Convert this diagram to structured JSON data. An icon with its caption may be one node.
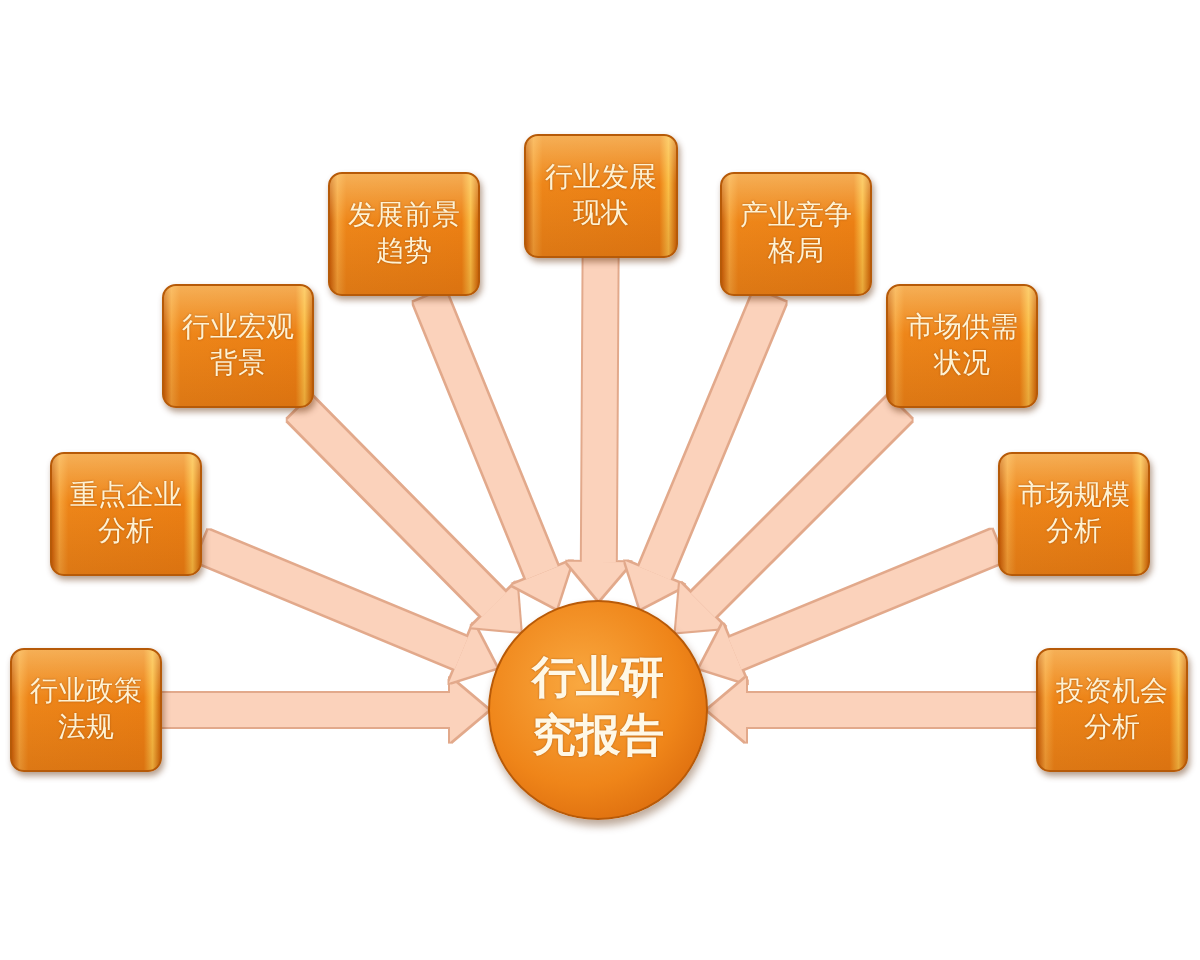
{
  "diagram": {
    "nodes": [
      {
        "text": [
          "行业政策法规"
        ]
      },
      {
        "text": [
          "重点企业分析"
        ]
      },
      {
        "text": [
          "行业宏观背景"
        ]
      },
      {
        "text": [
          "发展前景趋势"
        ]
      },
      {
        "text": [
          "行业发展现状"
        ]
      },
      {
        "text": [
          "产业竞争格局"
        ]
      },
      {
        "text": [
          "市场供需状况"
        ]
      },
      {
        "text": [
          "市场规模分析"
        ]
      },
      {
        "text": [
          "投资机会分析"
        ]
      },
      {
        "text": [
          "行业研究报告"
        ]
      }
    ],
    "edges": [
      {
        "from": 0,
        "to": 9,
        "arrow": "to"
      },
      {
        "from": 1,
        "to": 9,
        "arrow": "to"
      },
      {
        "from": 2,
        "to": 9,
        "arrow": "to"
      },
      {
        "from": 3,
        "to": 9,
        "arrow": "to"
      },
      {
        "from": 4,
        "to": 9,
        "arrow": "to"
      },
      {
        "from": 5,
        "to": 9,
        "arrow": "to"
      },
      {
        "from": 6,
        "to": 9,
        "arrow": "to"
      },
      {
        "from": 7,
        "to": 9,
        "arrow": "to"
      },
      {
        "from": 8,
        "to": 9,
        "arrow": "to"
      }
    ]
  }
}
